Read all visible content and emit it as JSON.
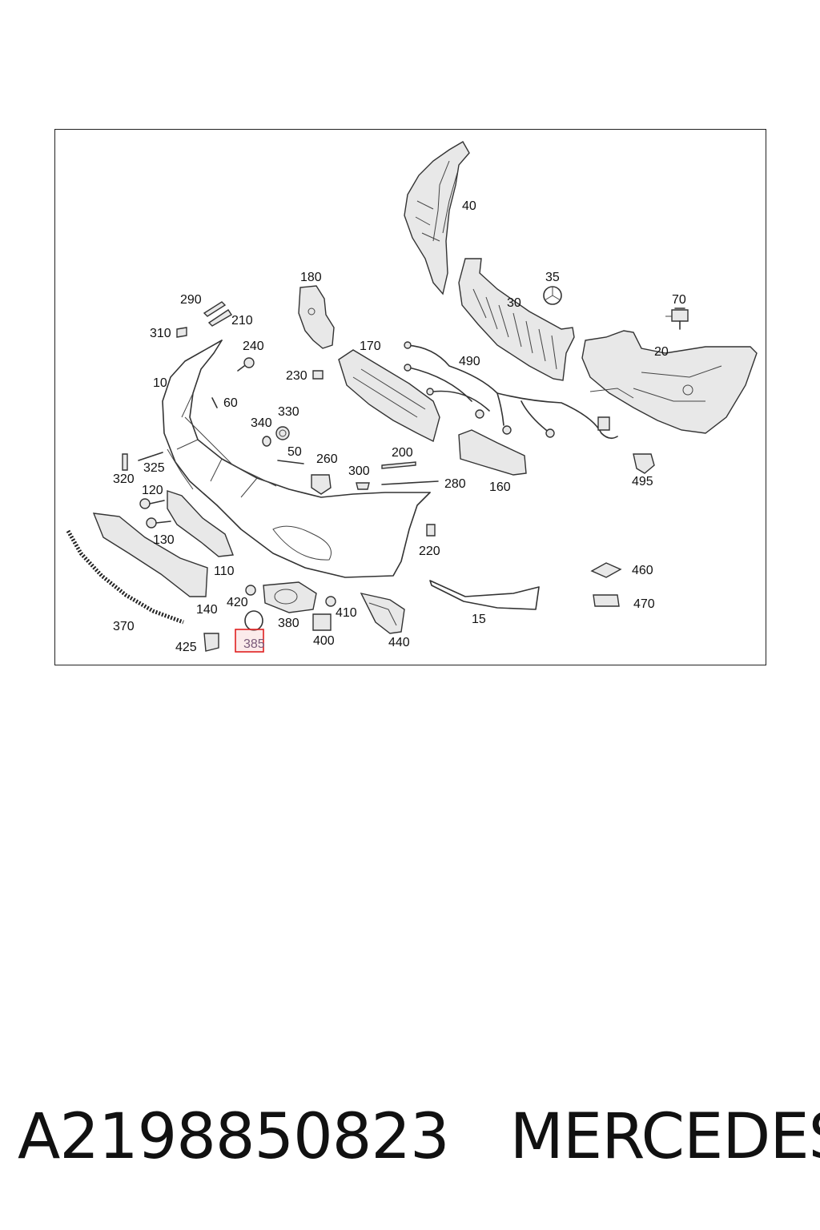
{
  "callouts": {
    "c40": "40",
    "c35": "35",
    "c30": "30",
    "c70": "70",
    "c20": "20",
    "c180": "180",
    "c290": "290",
    "c210": "210",
    "c310": "310",
    "c240": "240",
    "c170": "170",
    "c490": "490",
    "c230": "230",
    "c10": "10",
    "c60": "60",
    "c330": "330",
    "c340": "340",
    "c50": "50",
    "c260": "260",
    "c200": "200",
    "c300": "300",
    "c280": "280",
    "c160": "160",
    "c495": "495",
    "c325": "325",
    "c320": "320",
    "c120": "120",
    "c130": "130",
    "c220": "220",
    "c110": "110",
    "c140": "140",
    "c420": "420",
    "c380": "380",
    "c410": "410",
    "c460": "460",
    "c470": "470",
    "c15": "15",
    "c370": "370",
    "c425": "425",
    "c385": "385",
    "c400": "400",
    "c440": "440"
  },
  "highlighted_part": "385",
  "highlight_color": "#e02020",
  "caption": {
    "part_number": "A2198850823",
    "brand": "MERCEDES"
  }
}
